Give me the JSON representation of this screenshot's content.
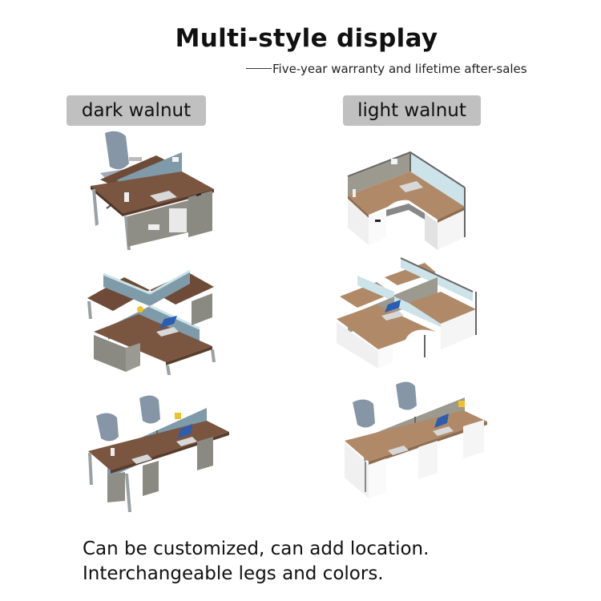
{
  "header": {
    "title": "Multi-style display",
    "subtitle": "Five-year warranty and lifetime after-sales"
  },
  "columns": [
    {
      "label": "dark walnut",
      "desktop_color": "#7a5540",
      "base_color": "#8a8a82",
      "products": [
        {
          "name": "single-desk-dark-walnut",
          "type": "2-person face-to-face desk with chair"
        },
        {
          "name": "cross-workstation-dark-walnut",
          "type": "4-person cross workstation"
        },
        {
          "name": "double-desk-dark-walnut",
          "type": "4-person linear workstation with chairs"
        }
      ]
    },
    {
      "label": "light walnut",
      "desktop_color": "#b08a68",
      "base_color": "#f2f2f2",
      "products": [
        {
          "name": "l-desk-light-walnut",
          "type": "L-shaped single workstation"
        },
        {
          "name": "cross-workstation-light-walnut",
          "type": "4-person L cluster workstation"
        },
        {
          "name": "double-desk-light-walnut",
          "type": "4-person linear workstation with chairs"
        }
      ]
    }
  ],
  "footer": {
    "line1": "Can be customized, can add location.",
    "line2": "Interchangeable legs and colors."
  },
  "colors": {
    "label_bg": "#c0c0c0",
    "panel_blue": "#7f9aa8",
    "panel_gray": "#9c9a8e",
    "glass": "#cde3ea",
    "chair": "#8696a6"
  }
}
